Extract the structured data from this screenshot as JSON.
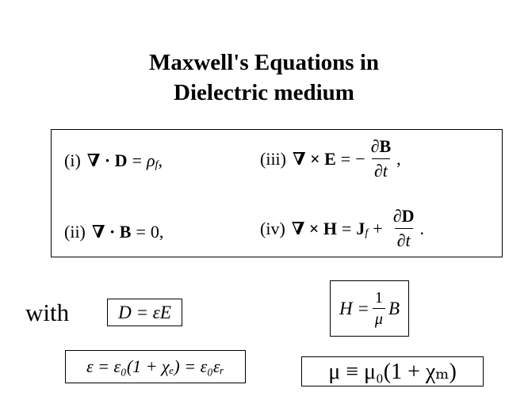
{
  "title": {
    "line1": "Maxwell's Equations in",
    "line2": "Dielectric medium"
  },
  "equations": {
    "i": {
      "label": "(i)",
      "lhs": "∇ · D",
      "eq": "=",
      "rhs": "ρ",
      "rhs_sub": "f",
      "tail": ","
    },
    "iii": {
      "label": "(iii)",
      "lhs": "∇ × E",
      "eq": "=",
      "sign": "−",
      "num": "∂B",
      "den": "∂t",
      "tail": ","
    },
    "ii": {
      "label": "(ii)",
      "lhs": "∇ · B",
      "eq": "=",
      "rhs": "0",
      "tail": ","
    },
    "iv": {
      "label": "(iv)",
      "lhs": "∇ × H",
      "eq": "=",
      "rhs": "J",
      "rhs_sub": "f",
      "plus": "+",
      "num": "∂D",
      "den": "∂t",
      "tail": "."
    }
  },
  "constitutive": {
    "with_label": "with",
    "d_relation": "D = εE",
    "h_relation": {
      "lhs": "H =",
      "num": "1",
      "den": "μ",
      "rhs": "B"
    },
    "epsilon_relation": "ε = ε₀(1 + χₑ) = ε₀εᵣ",
    "mu_relation": "μ ≡ μ₀(1 + χₘ)"
  }
}
